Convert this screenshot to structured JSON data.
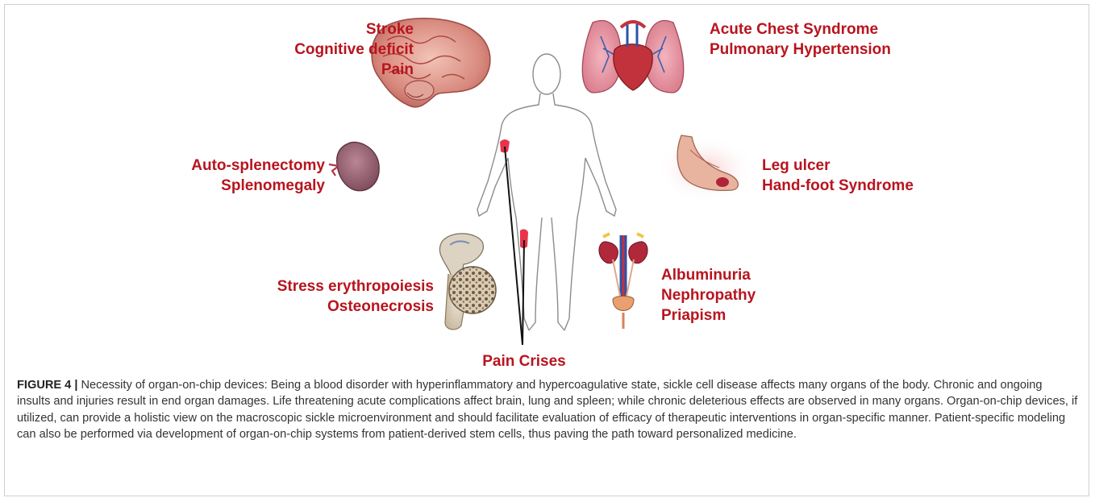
{
  "labels": {
    "brain": [
      "Stroke",
      "Cognitive deficit",
      "Pain"
    ],
    "lung": [
      "Acute Chest Syndrome",
      "Pulmonary Hypertension"
    ],
    "spleen": [
      "Auto-splenectomy",
      "Splenomegaly"
    ],
    "foot": [
      "Leg ulcer",
      "Hand-foot Syndrome"
    ],
    "bone": [
      "Stress erythropoiesis",
      "Osteonecrosis"
    ],
    "kidney": [
      "Albuminuria",
      "Nephropathy",
      "Priapism"
    ],
    "center": "Pain Crises"
  },
  "caption": {
    "figure_label": "FIGURE 4 |",
    "text": " Necessity of organ-on-chip devices: Being a blood disorder with hyperinflammatory and hypercoagulative state, sickle cell disease affects many organs of the body. Chronic and ongoing insults and injuries result in end organ damages. Life threatening acute complications affect brain, lung and spleen; while chronic deleterious effects are observed in many organs. Organ-on-chip devices, if utilized, can provide a holistic view on the macroscopic sickle microenvironment and should facilitate evaluation of efficacy of therapeutic interventions in organ-specific manner. Patient-specific modeling can also be performed via development of organ-on-chip systems from patient-derived stem cells, thus paving the path toward personalized medicine."
  },
  "colors": {
    "label_red": "#b8141e",
    "highlight_red": "#e8344a",
    "border": "#cfcfcf",
    "caption_text": "#333333"
  }
}
